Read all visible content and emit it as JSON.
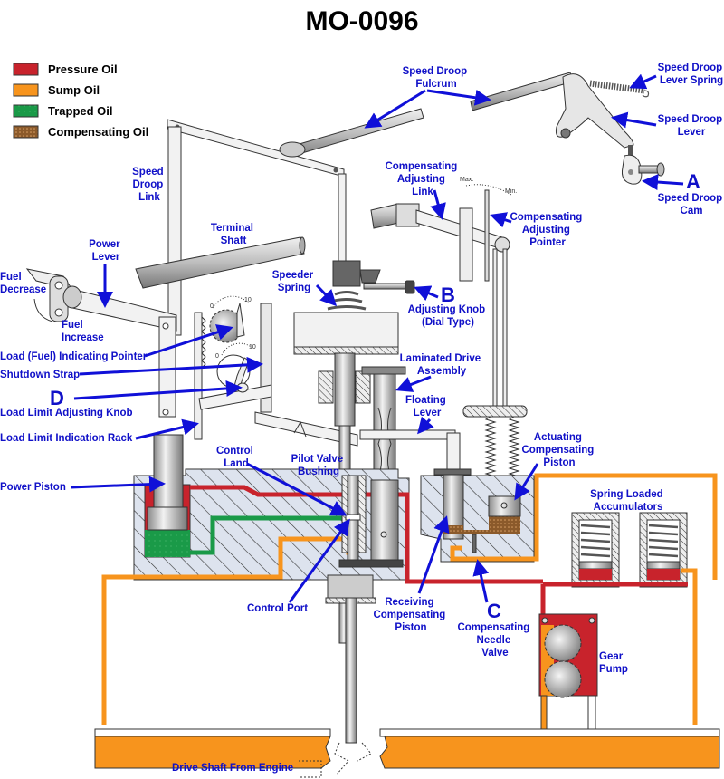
{
  "title": "MO-0096",
  "legend": [
    {
      "label": "Pressure Oil",
      "color": "#c8232c"
    },
    {
      "label": "Sump Oil",
      "color": "#f7941d"
    },
    {
      "label": "Trapped Oil",
      "color": "#1a9a48"
    },
    {
      "label": "Compensating Oil",
      "color": "#8b5a2b"
    }
  ],
  "labels": {
    "speed_droop_fulcrum": [
      "Speed Droop",
      "Fulcrum"
    ],
    "speed_droop_lever_spring": [
      "Speed Droop",
      "Lever Spring"
    ],
    "speed_droop_lever": [
      "Speed Droop",
      "Lever"
    ],
    "speed_droop_cam": [
      "Speed Droop",
      "Cam"
    ],
    "speed_droop_link": [
      "Speed",
      "Droop",
      "Link"
    ],
    "terminal_shaft": [
      "Terminal",
      "Shaft"
    ],
    "power_lever": [
      "Power",
      "Lever"
    ],
    "fuel_decrease": [
      "Fuel",
      "Decrease"
    ],
    "fuel_increase": [
      "Fuel",
      "Increase"
    ],
    "compensating_adjusting_link": [
      "Compensating",
      "Adjusting",
      "Link"
    ],
    "compensating_adjusting_pointer": [
      "Compensating",
      "Adjusting",
      "Pointer"
    ],
    "speeder_spring": [
      "Speeder",
      "Spring"
    ],
    "adjusting_knob": [
      "Adjusting Knob",
      "(Dial Type)"
    ],
    "load_indicating_pointer": "Load (Fuel) Indicating Pointer",
    "shutdown_strap": "Shutdown Strap",
    "load_limit_adjusting_knob": "Load Limit Adjusting Knob",
    "load_limit_indication_rack": "Load Limit Indication Rack",
    "power_piston": "Power Piston",
    "laminated_drive_assembly": [
      "Laminated Drive",
      "Assembly"
    ],
    "floating_lever": [
      "Floating",
      "Lever"
    ],
    "control_land": [
      "Control",
      "Land"
    ],
    "pilot_valve_bushing": [
      "Pilot Valve",
      "Bushing"
    ],
    "actuating_compensating_piston": [
      "Actuating",
      "Compensating",
      "Piston"
    ],
    "spring_loaded_accumulators": [
      "Spring Loaded",
      "Accumulators"
    ],
    "control_port": "Control Port",
    "receiving_compensating_piston": [
      "Receiving",
      "Compensating",
      "Piston"
    ],
    "compensating_needle_valve": [
      "Compensating",
      "Needle",
      "Valve"
    ],
    "gear_pump": [
      "Gear",
      "Pump"
    ],
    "drive_shaft": "Drive Shaft From Engine"
  },
  "callouts": {
    "a": "A",
    "b": "B",
    "c": "C",
    "d": "D"
  },
  "scales": {
    "max": "Max.",
    "min": "Min.",
    "zero": "0",
    "ten": "10"
  }
}
